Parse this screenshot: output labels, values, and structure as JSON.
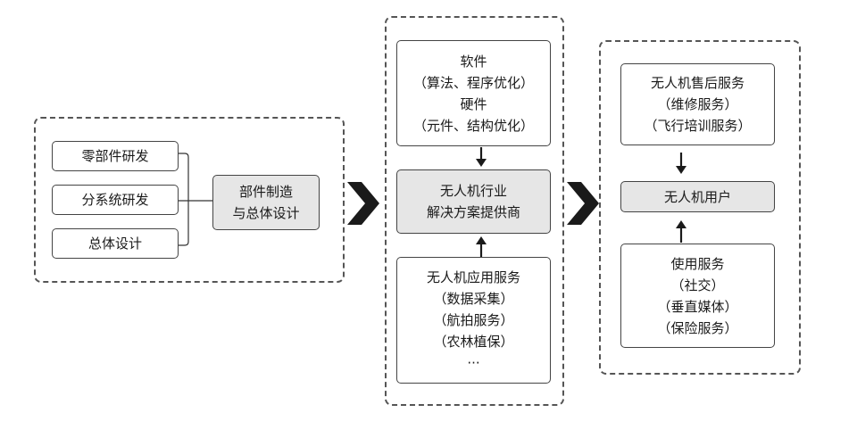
{
  "stage1": {
    "items": [
      "零部件研发",
      "分系统研发",
      "总体设计"
    ],
    "result": [
      "部件制造",
      "与总体设计"
    ]
  },
  "stage2": {
    "top": [
      "软件",
      "（算法、程序优化）",
      "硬件",
      "（元件、结构优化）"
    ],
    "center": [
      "无人机行业",
      "解决方案提供商"
    ],
    "bottom": [
      "无人机应用服务",
      "（数据采集）",
      "（航拍服务）",
      "（农林植保）",
      "···"
    ]
  },
  "stage3": {
    "top": [
      "无人机售后服务",
      "（维修服务）",
      "（飞行培训服务）"
    ],
    "center": "无人机用户",
    "bottom": [
      "使用服务",
      "（社交）",
      "（垂直媒体）",
      "（保险服务）"
    ]
  },
  "colors": {
    "border": "#444444",
    "highlight_fill": "#e6e6e6",
    "arrow": "#1a1a1a"
  }
}
